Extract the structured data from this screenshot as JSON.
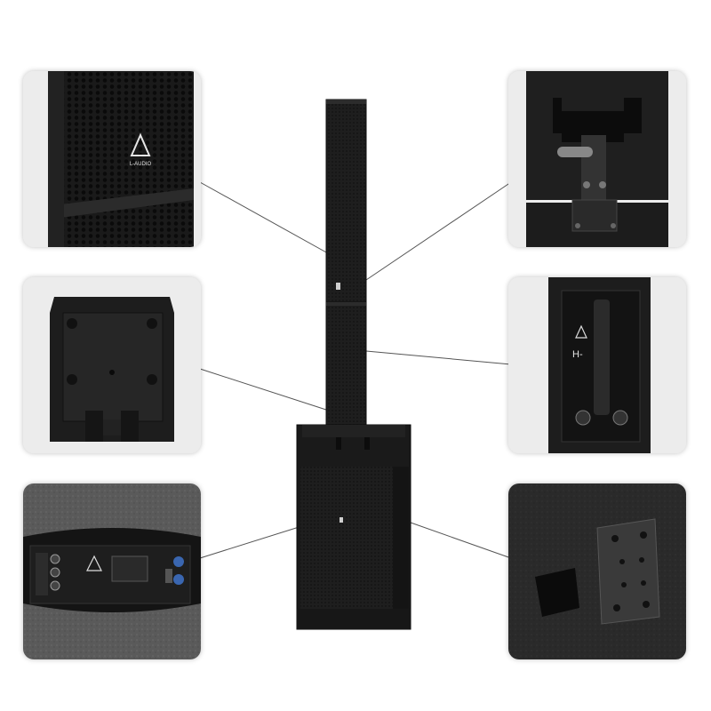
{
  "product": {
    "logo_text": "L-AUDIO",
    "panel_model_text": "H-"
  },
  "panels": [
    {
      "id": "grille-detail",
      "icon": "speaker-grille-icon"
    },
    {
      "id": "locking-pin-detail",
      "icon": "lock-pin-icon"
    },
    {
      "id": "mount-plate-back",
      "icon": "mount-plate-icon"
    },
    {
      "id": "handle-input-panel",
      "icon": "handle-icon"
    },
    {
      "id": "amplifier-panel",
      "icon": "amplifier-icon"
    },
    {
      "id": "pole-mount-plate",
      "icon": "pole-mount-icon"
    }
  ],
  "colors": {
    "cabinet": "#1b1b1b",
    "texture": "#2a2a2a",
    "leader_line": "#555555",
    "background": "#ffffff"
  }
}
